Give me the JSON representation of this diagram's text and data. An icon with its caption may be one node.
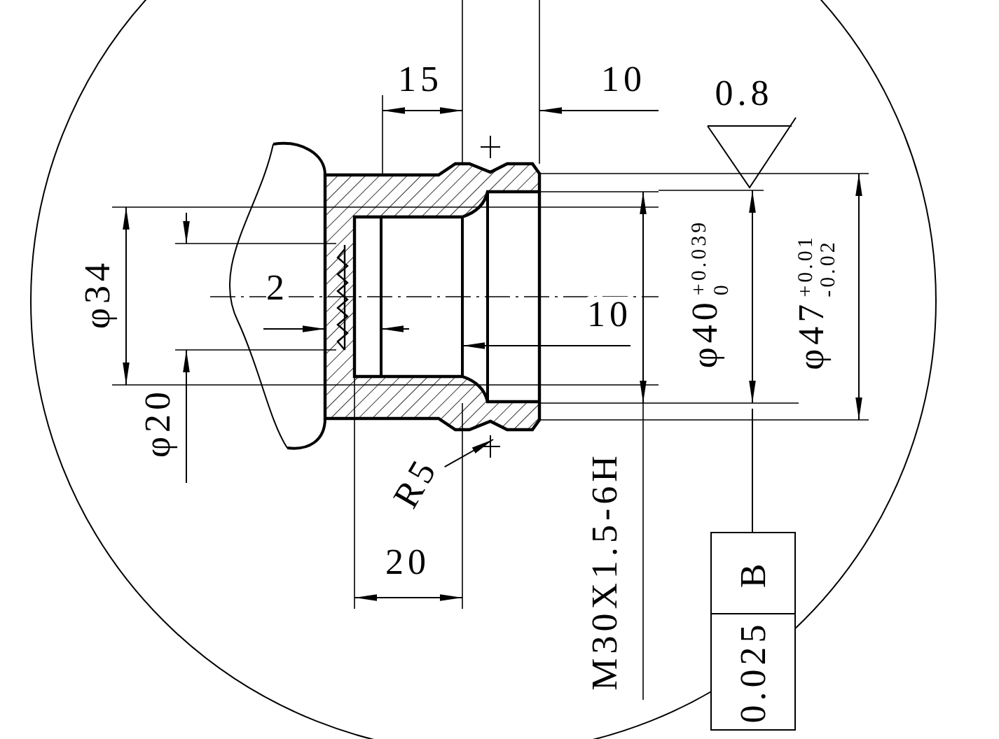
{
  "diagram": {
    "nodes": [
      {
        "text": [
          "B"
        ]
      },
      {
        "text": [
          "0.025"
        ]
      },
      {
        "text": [
          "R5"
        ]
      }
    ],
    "edges": [
      {
        "from": null,
        "to": 0,
        "arrow": "none"
      },
      {
        "from": 2,
        "to": null,
        "arrow": "to"
      }
    ],
    "labels": [
      "15",
      "10",
      "0.8",
      "φ34",
      "2",
      "10",
      "φ40$^{+0.039}$$_{0}$",
      "φ47$^{+0.01}$$_{-0.02}$",
      "φ20",
      "20",
      "M30X1.5-6H"
    ]
  }
}
